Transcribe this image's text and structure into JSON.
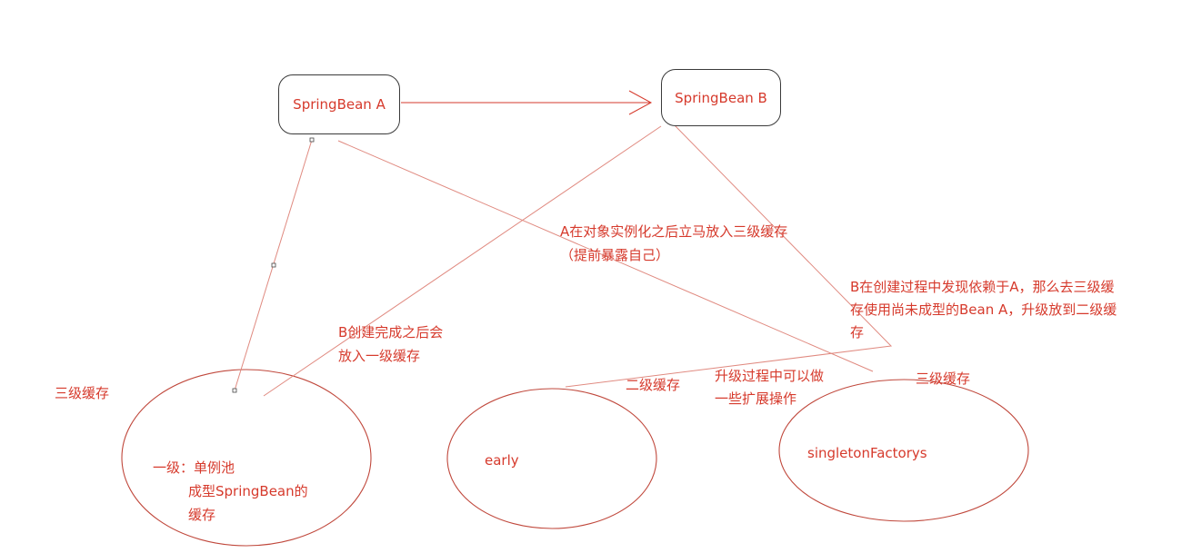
{
  "nodes": {
    "bean_a": "SpringBean A",
    "bean_b": "SpringBean B"
  },
  "labels": {
    "level3_left": "三级缓存",
    "a_note": "A在对象实例化之后立马放入三级缓存",
    "a_note_sub": "（提前暴露自己）",
    "b_note_line1": "B在创建过程中发现依赖于A，那么去三级缓",
    "b_note_line2": "存使用尚未成型的Bean A，升级放到二级缓",
    "b_note_line3": "存",
    "b_done_line1": "B创建完成之后会",
    "b_done_line2": "放入一级缓存",
    "level2": "二级缓存",
    "upgrade_line1": "升级过程中可以做",
    "upgrade_line2": "一些扩展操作",
    "level3_right": "三级缓存"
  },
  "caches": {
    "singleton_pool_line1": "一级：单例池",
    "singleton_pool_line2": "成型SpringBean的",
    "singleton_pool_line3": "缓存",
    "early": "early",
    "singleton_factorys": "singletonFactorys"
  },
  "colors": {
    "annotation": "#d63a2c",
    "line": "#e08a80",
    "ellipse": "#c0483c",
    "box_border": "#3a3a3a"
  }
}
